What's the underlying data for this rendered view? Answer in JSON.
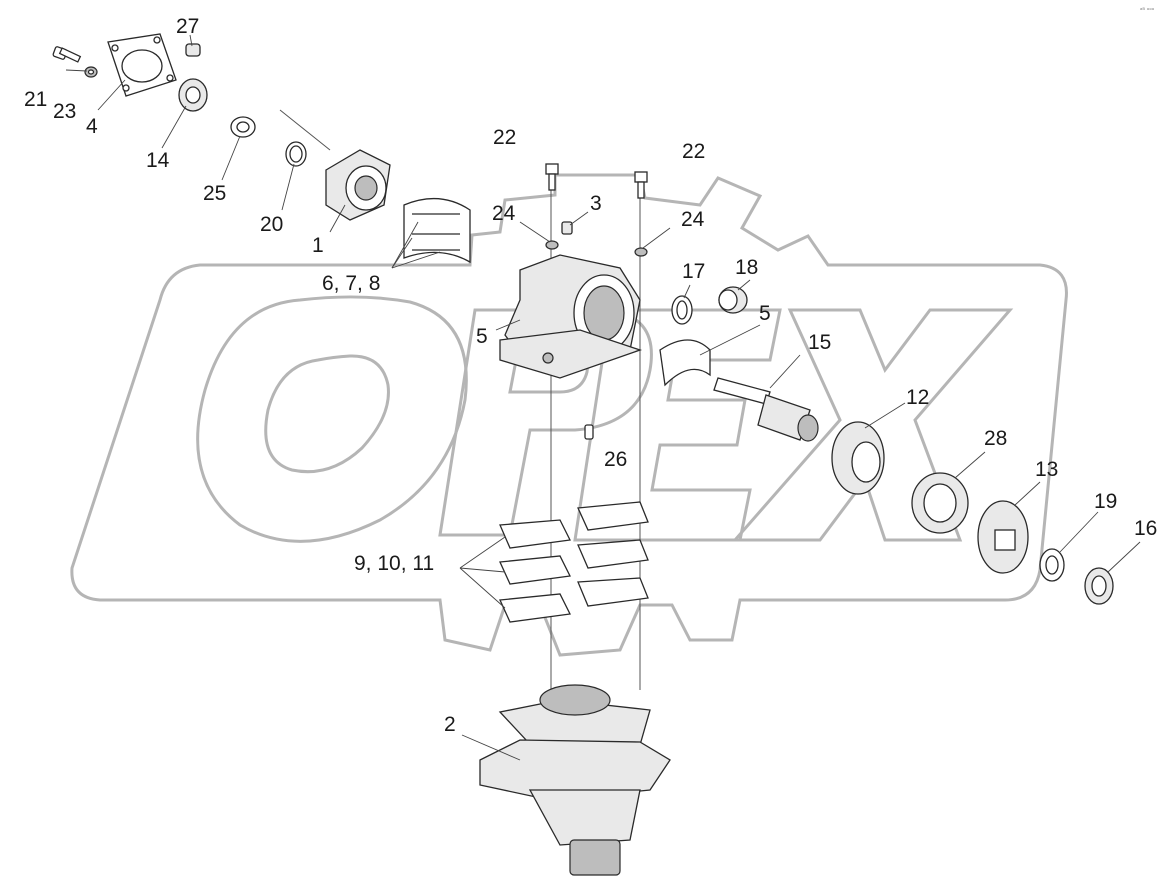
{
  "watermark": {
    "text": "OPEX",
    "color": "#b5b5b5"
  },
  "corner_mark": "ᵃᴮ ᵒᵒᵒ",
  "callouts": [
    {
      "id": "c27",
      "text": "27"
    },
    {
      "id": "c21",
      "text": "21"
    },
    {
      "id": "c23",
      "text": "23"
    },
    {
      "id": "c4",
      "text": "4"
    },
    {
      "id": "c14",
      "text": "14"
    },
    {
      "id": "c25",
      "text": "25"
    },
    {
      "id": "c20",
      "text": "20"
    },
    {
      "id": "c1",
      "text": "1"
    },
    {
      "id": "c22a",
      "text": "22"
    },
    {
      "id": "c22b",
      "text": "22"
    },
    {
      "id": "c3",
      "text": "3"
    },
    {
      "id": "c24a",
      "text": "24"
    },
    {
      "id": "c24b",
      "text": "24"
    },
    {
      "id": "c678",
      "text": "6, 7, 8"
    },
    {
      "id": "c17",
      "text": "17"
    },
    {
      "id": "c18",
      "text": "18"
    },
    {
      "id": "c5a",
      "text": "5"
    },
    {
      "id": "c5b",
      "text": "5"
    },
    {
      "id": "c15",
      "text": "15"
    },
    {
      "id": "c12",
      "text": "12"
    },
    {
      "id": "c26",
      "text": "26"
    },
    {
      "id": "c28",
      "text": "28"
    },
    {
      "id": "c13",
      "text": "13"
    },
    {
      "id": "c19",
      "text": "19"
    },
    {
      "id": "c16",
      "text": "16"
    },
    {
      "id": "c91011",
      "text": "9, 10, 11"
    },
    {
      "id": "c2",
      "text": "2"
    }
  ]
}
